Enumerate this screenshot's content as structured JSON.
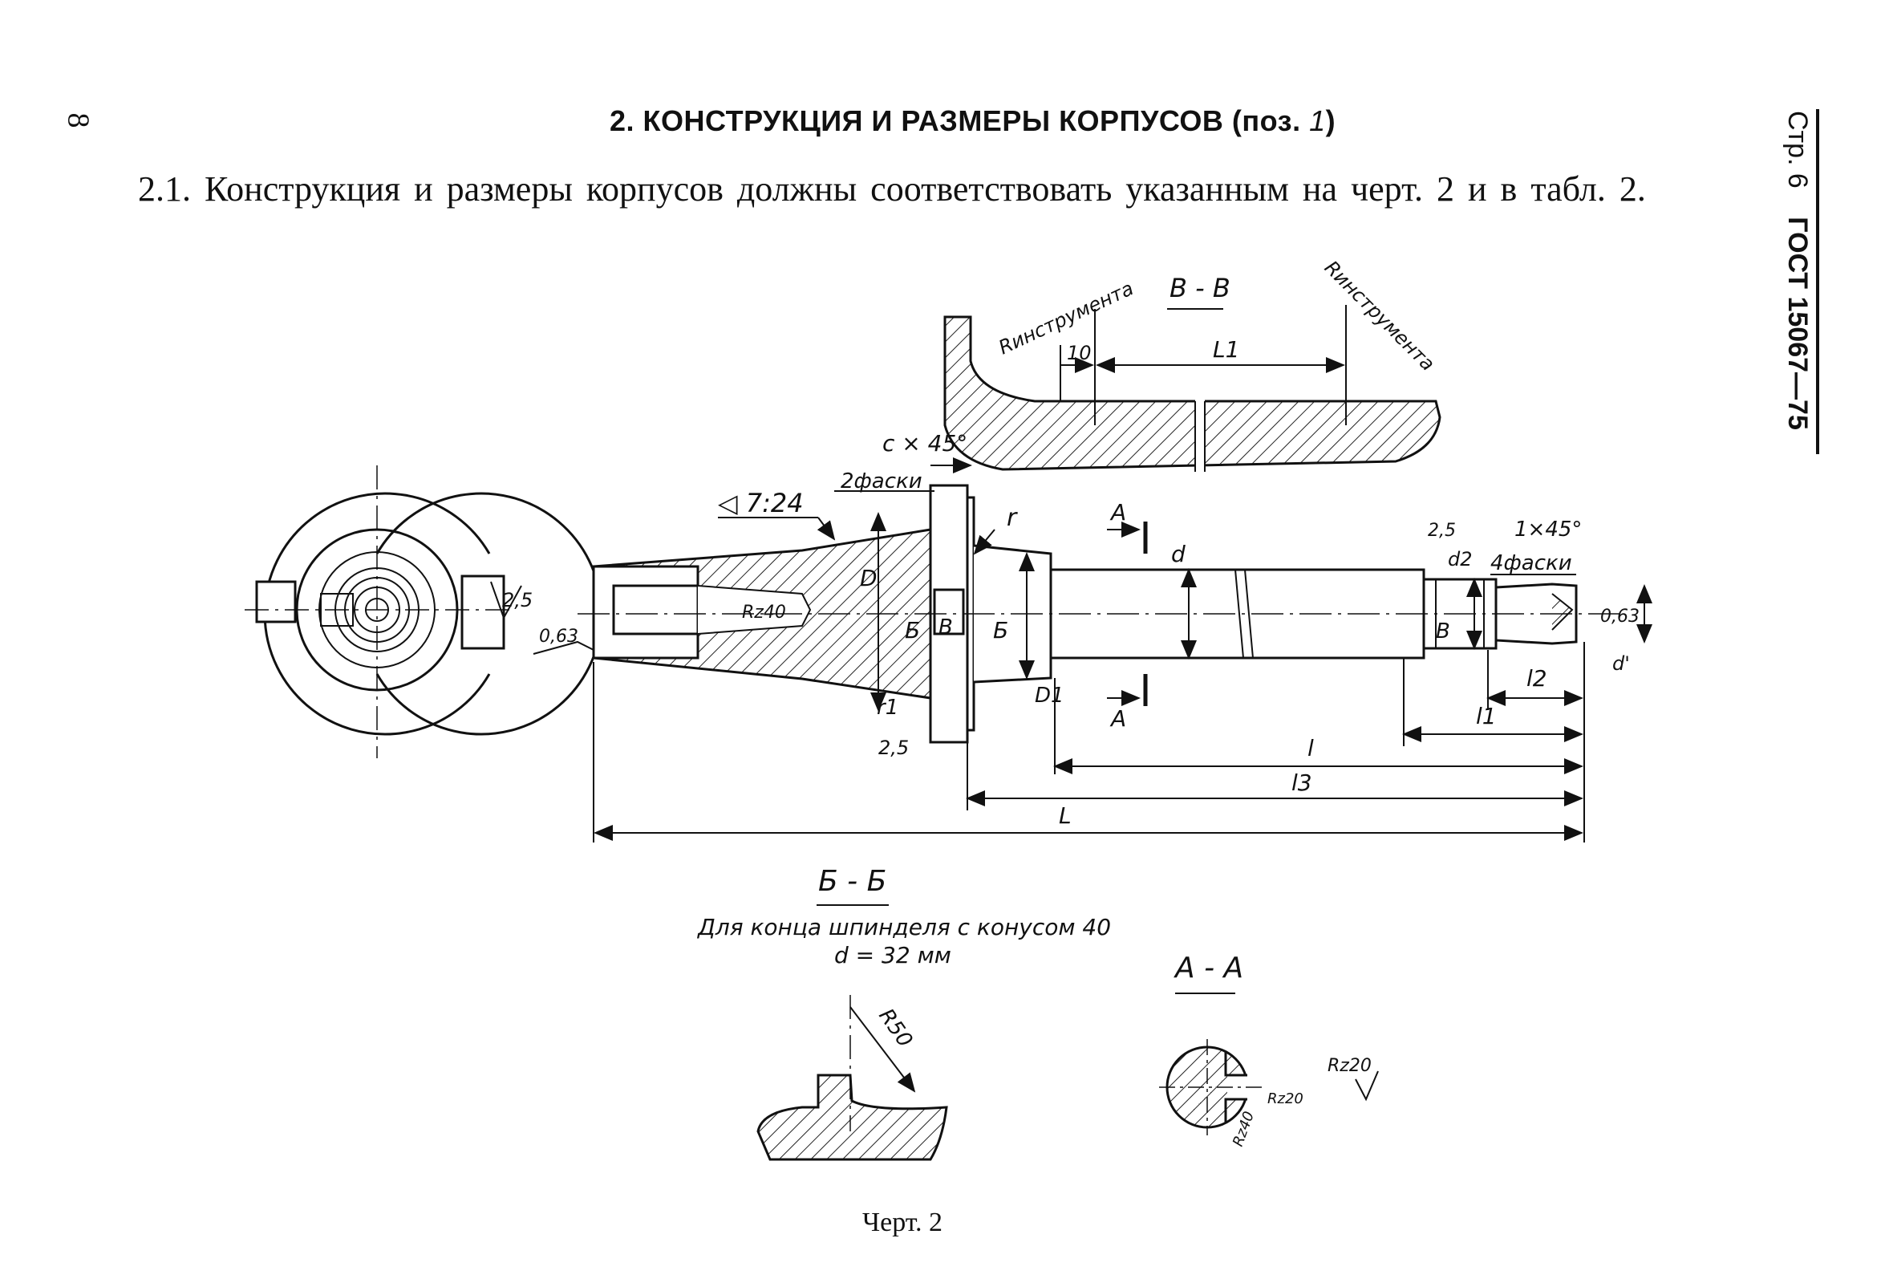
{
  "page": {
    "number": "8"
  },
  "header": {
    "title": "2. КОНСТРУКЦИЯ И РАЗМЕРЫ КОРПУСОВ (поз. ",
    "title_pos": "1",
    "title_close": ")"
  },
  "side_header": {
    "page": "Стр. 6",
    "standard": "ГОСТ 15067—75"
  },
  "paragraph": "2.1. Конструкция и размеры корпусов должны соответствовать указанным на черт. 2 и в табл. 2.",
  "figure": {
    "caption": "Черт. 2",
    "section_vv": {
      "title": "В - В",
      "r_tool_left": "Rинструмента",
      "r_tool_right": "Rинструмента",
      "dim_10": "10",
      "dim_l1": "L1"
    },
    "main_view": {
      "chamfer": "c × 45°",
      "chamfer_count": "2фаски",
      "taper": "◁ 7:24",
      "r_label": "r",
      "r1_label": "r1",
      "d_big": "D",
      "d1": "D1",
      "d_small": "d",
      "d2": "d2",
      "d_prime": "d'",
      "rough_25_left": "2,5",
      "rough_063_left": "0,63",
      "rough_rz40": "Rz40",
      "rough_25_bottom": "2,5",
      "rough_25_top": "2,5",
      "rough_063_right": "0,63",
      "chamfer_right": "1×45°",
      "chamfer_right_count": "4фаски",
      "section_a": "А",
      "section_b": "Б",
      "section_v": "В",
      "dim_l": "l",
      "dim_l1": "l1",
      "dim_l2": "l2",
      "dim_l3": "l3",
      "dim_L": "L"
    },
    "section_bb": {
      "title": "Б - Б",
      "note_line1": "Для конца шпинделя с конусом 40",
      "note_line2": "d = 32 мм",
      "radius": "R50"
    },
    "section_aa": {
      "title": "А - А",
      "rz20_a": "Rz20",
      "rz20_b": "Rz20",
      "rz40": "Rz40"
    }
  }
}
